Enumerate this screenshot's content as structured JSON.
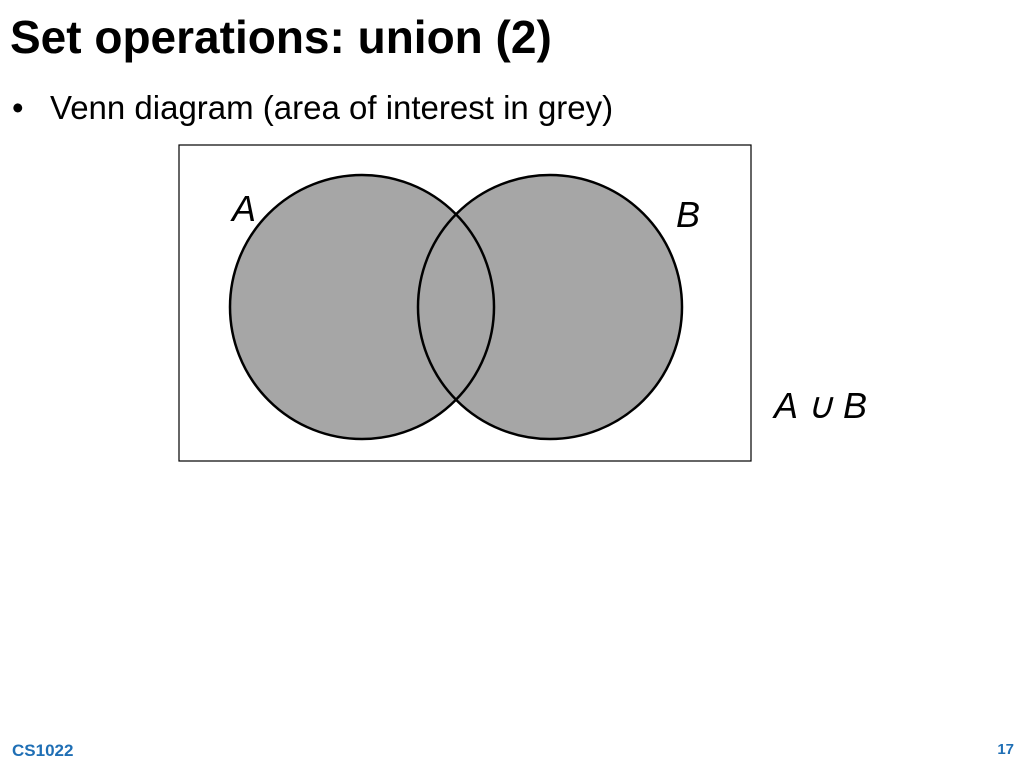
{
  "slide": {
    "title": "Set operations: union (2)",
    "bullets": [
      {
        "glyph": "•",
        "text": "Venn diagram (area of interest in grey)"
      }
    ]
  },
  "diagram": {
    "set_a_label": "A",
    "set_b_label": "B",
    "operation_label": "A ∪ B",
    "fill_color": "#a6a6a6",
    "stroke_color": "#000000",
    "shaded_region": "union"
  },
  "footer": {
    "course_code": "CS1022",
    "page_number": "17",
    "accent_color": "#1f6fb5"
  }
}
